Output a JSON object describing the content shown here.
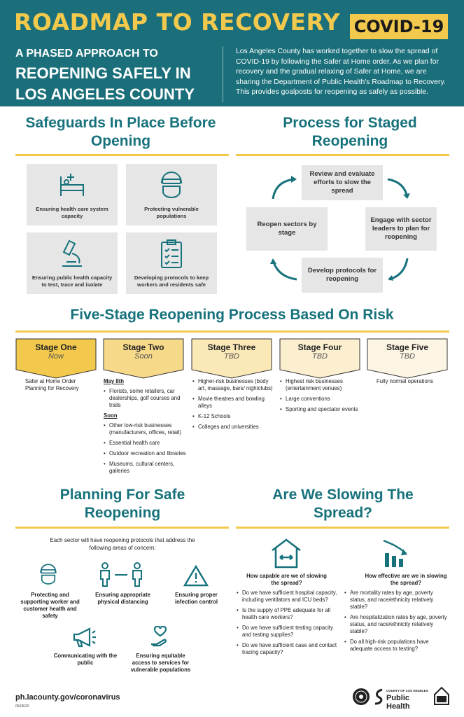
{
  "header": {
    "title": "ROADMAP TO RECOVERY",
    "badge": "COVID-19",
    "subtitle_small": "A PHASED APPROACH TO",
    "subtitle_big": "REOPENING SAFELY IN LOS ANGELES COUNTY",
    "intro": "Los Angeles County has worked together to slow the spread of COVID-19 by following the Safer at Home order. As we plan for recovery and the gradual relaxing of Safer at Home, we are sharing the Department of Public Health's Roadmap to Recovery. This provides goalposts for reopening as safely as possible."
  },
  "safeguards": {
    "title": "Safeguards In Place Before Opening",
    "items": [
      {
        "label": "Ensuring health care system capacity",
        "icon": "hospital-bed-icon"
      },
      {
        "label": "Protecting vulnerable populations",
        "icon": "masked-person-icon"
      },
      {
        "label": "Ensuring public health capacity to test, trace and isolate",
        "icon": "microscope-icon"
      },
      {
        "label": "Developing protocols to keep workers and residents safe",
        "icon": "clipboard-icon"
      }
    ]
  },
  "process": {
    "title": "Process for Staged Reopening",
    "steps": [
      "Review and evaluate efforts to slow the spread",
      "Engage with sector leaders to plan for reopening",
      "Develop protocols for reopening",
      "Reopen sectors by stage"
    ]
  },
  "five_stage": {
    "title": "Five-Stage Reopening Process Based On Risk",
    "stages": [
      {
        "name": "Stage One",
        "sub": "Now",
        "color": "#f2c94c"
      },
      {
        "name": "Stage Two",
        "sub": "Soon",
        "color": "#f7d98a"
      },
      {
        "name": "Stage Three",
        "sub": "TBD",
        "color": "#fbe8b7"
      },
      {
        "name": "Stage Four",
        "sub": "TBD",
        "color": "#fcefd0"
      },
      {
        "name": "Stage Five",
        "sub": "TBD",
        "color": "#fdf5e3"
      }
    ],
    "stage1_text": "Safer at Home Order Planning for Recovery",
    "stage2_head1": "May 8th",
    "stage2_list1": [
      "Florists, some retailers, car dealerships, golf courses and trails"
    ],
    "stage2_head2": "Soon",
    "stage2_list2": [
      "Other low-risk businesses (manufacturers, offices, retail)",
      "Essential health care",
      "Outdoor recreation and libraries",
      "Museums, cultural centers, galleries"
    ],
    "stage3_list": [
      "Higher-risk businesses (body art, massage, bars/ nightclubs)",
      "Movie theatres and bowling alleys",
      "K-12 Schools",
      "Colleges and universities"
    ],
    "stage4_list": [
      "Highest risk businesses (entertainment venues)",
      "Large conventions",
      "Sporting and spectator events"
    ],
    "stage5_text": "Fully normal operations"
  },
  "planning": {
    "title": "Planning For Safe Reopening",
    "intro": "Each sector will have reopening protocols that address the following areas of concern:",
    "items": [
      {
        "label": "Protecting and supporting worker and customer health and safety",
        "icon": "masked-person-icon"
      },
      {
        "label": "Ensuring appropriate physical distancing",
        "icon": "distancing-icon"
      },
      {
        "label": "Ensuring proper infection control",
        "icon": "warning-icon"
      },
      {
        "label": "Communicating with the public",
        "icon": "megaphone-icon"
      },
      {
        "label": "Ensuring equitable access to services for vulnerable populations",
        "icon": "heart-hand-icon"
      }
    ]
  },
  "slowing": {
    "title": "Are We Slowing The Spread?",
    "col1_head": "How capable are we of slowing the spread?",
    "col1_items": [
      "Do we have sufficient hospital capacity, including ventilators and ICU beds?",
      "Is the supply of PPE adequate for all health care workers?",
      "Do we have sufficient testing capacity and testing supplies?",
      "Do we have sufficient case and contact tracing capacity?"
    ],
    "col2_head": "How effective are we in slowing the spread?",
    "col2_items": [
      "Are mortality rates by age, poverty status, and race/ethnicity relatively stable?",
      "Are hospitalization rates by age, poverty status, and race/ethnicity relatively stable?",
      "Do all high-risk populations have adequate access to testing?"
    ]
  },
  "footer": {
    "url": "ph.lacounty.gov/coronavirus",
    "date": "05/06/20",
    "ph_small": "COUNTY OF LOS ANGELES",
    "ph_big": "Public Health"
  },
  "colors": {
    "teal": "#1a6f7a",
    "yellow": "#f2c94c",
    "gray_box": "#e6e6e6"
  }
}
